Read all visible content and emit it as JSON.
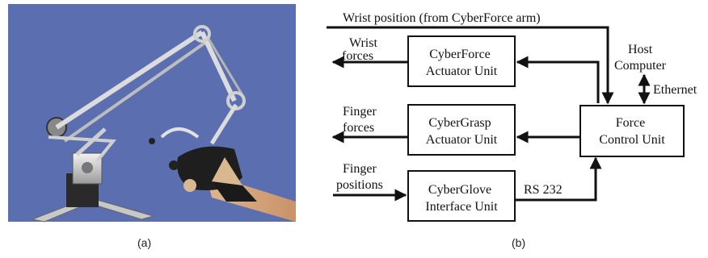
{
  "captions": {
    "a": "(a)",
    "b": "(b)"
  },
  "diagram": {
    "signals": {
      "wrist_position": "Wrist position (from CyberForce arm)",
      "wrist_forces": [
        "Wrist",
        "forces"
      ],
      "finger_forces": [
        "Finger",
        "forces"
      ],
      "finger_positions": [
        "Finger",
        "positions"
      ],
      "host_computer": [
        "Host",
        "Computer"
      ],
      "ethernet": "Ethernet",
      "rs232": "RS 232"
    },
    "blocks": {
      "cyberforce": [
        "CyberForce",
        "Actuator Unit"
      ],
      "cybergrasp": [
        "CyberGrasp",
        "Actuator Unit"
      ],
      "cyberglove": [
        "CyberGlove",
        "Interface Unit"
      ],
      "force_control": [
        "Force",
        "Control Unit"
      ]
    }
  },
  "photo": {
    "background_color": "#5b6fb0",
    "subject": "haptic arm with glove on a hand"
  }
}
